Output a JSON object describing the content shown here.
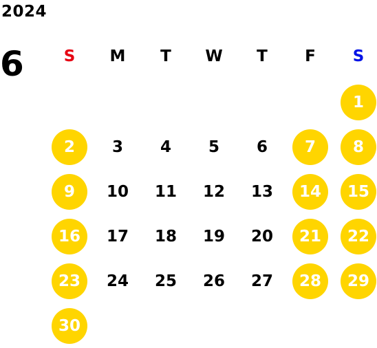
{
  "calendar": {
    "year": "2024",
    "month": "6",
    "weekdays": [
      {
        "label": "S",
        "color": "#e60012"
      },
      {
        "label": "M",
        "color": "#000000"
      },
      {
        "label": "T",
        "color": "#000000"
      },
      {
        "label": "W",
        "color": "#000000"
      },
      {
        "label": "T",
        "color": "#000000"
      },
      {
        "label": "F",
        "color": "#000000"
      },
      {
        "label": "S",
        "color": "#0012e6"
      }
    ],
    "first_weekday_index": 6,
    "holiday_color": "#ffd500",
    "days": [
      {
        "day": "1",
        "holiday": true
      },
      {
        "day": "2",
        "holiday": true
      },
      {
        "day": "3",
        "holiday": false
      },
      {
        "day": "4",
        "holiday": false
      },
      {
        "day": "5",
        "holiday": false
      },
      {
        "day": "6",
        "holiday": false
      },
      {
        "day": "7",
        "holiday": true
      },
      {
        "day": "8",
        "holiday": true
      },
      {
        "day": "9",
        "holiday": true
      },
      {
        "day": "10",
        "holiday": false
      },
      {
        "day": "11",
        "holiday": false
      },
      {
        "day": "12",
        "holiday": false
      },
      {
        "day": "13",
        "holiday": false
      },
      {
        "day": "14",
        "holiday": true
      },
      {
        "day": "15",
        "holiday": true
      },
      {
        "day": "16",
        "holiday": true
      },
      {
        "day": "17",
        "holiday": false
      },
      {
        "day": "18",
        "holiday": false
      },
      {
        "day": "19",
        "holiday": false
      },
      {
        "day": "20",
        "holiday": false
      },
      {
        "day": "21",
        "holiday": true
      },
      {
        "day": "22",
        "holiday": true
      },
      {
        "day": "23",
        "holiday": true
      },
      {
        "day": "24",
        "holiday": false
      },
      {
        "day": "25",
        "holiday": false
      },
      {
        "day": "26",
        "holiday": false
      },
      {
        "day": "27",
        "holiday": false
      },
      {
        "day": "28",
        "holiday": true
      },
      {
        "day": "29",
        "holiday": true
      },
      {
        "day": "30",
        "holiday": true
      }
    ]
  }
}
